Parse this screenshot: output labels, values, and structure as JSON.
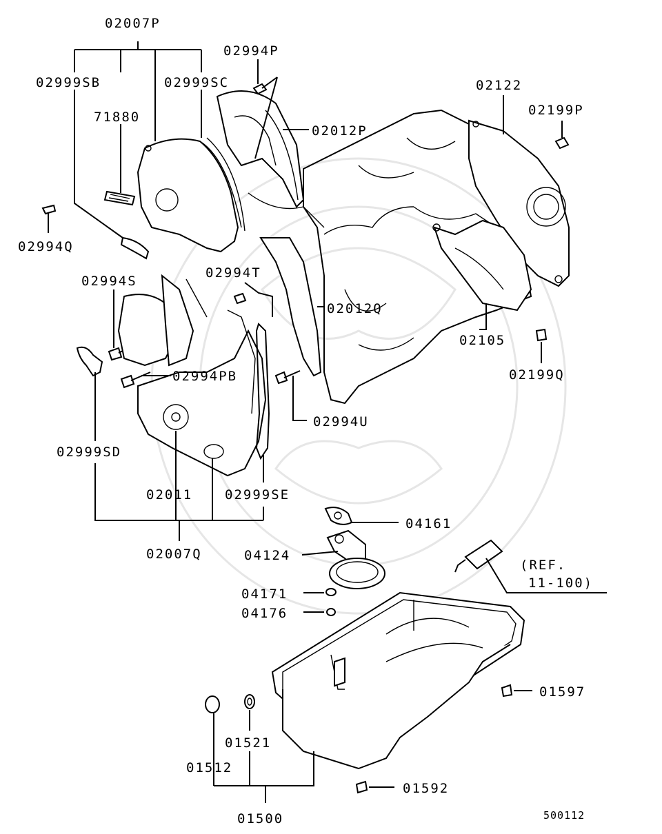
{
  "labels": {
    "p02007P": "02007P",
    "p02999SB": "02999SB",
    "p02999SC": "02999SC",
    "p71880": "71880",
    "p02994Q": "02994Q",
    "p02994P": "02994P",
    "p02012P": "02012P",
    "p02122": "02122",
    "p02199P": "02199P",
    "p02994S": "02994S",
    "p02994T": "02994T",
    "p02012Q": "02012Q",
    "p02105": "02105",
    "p02199Q": "02199Q",
    "p02994PB": "02994PB",
    "p02994U": "02994U",
    "p02999SD": "02999SD",
    "p02011": "02011",
    "p02999SE": "02999SE",
    "p02007Q": "02007Q",
    "p04161": "04161",
    "p04124": "04124",
    "ref1": "(REF.",
    "ref2": "11-100)",
    "p04171": "04171",
    "p04176": "04176",
    "p01597": "01597",
    "p01521": "01521",
    "p01512": "01512",
    "p01592": "01592",
    "p01500": "01500",
    "diagram_id": "500112"
  }
}
